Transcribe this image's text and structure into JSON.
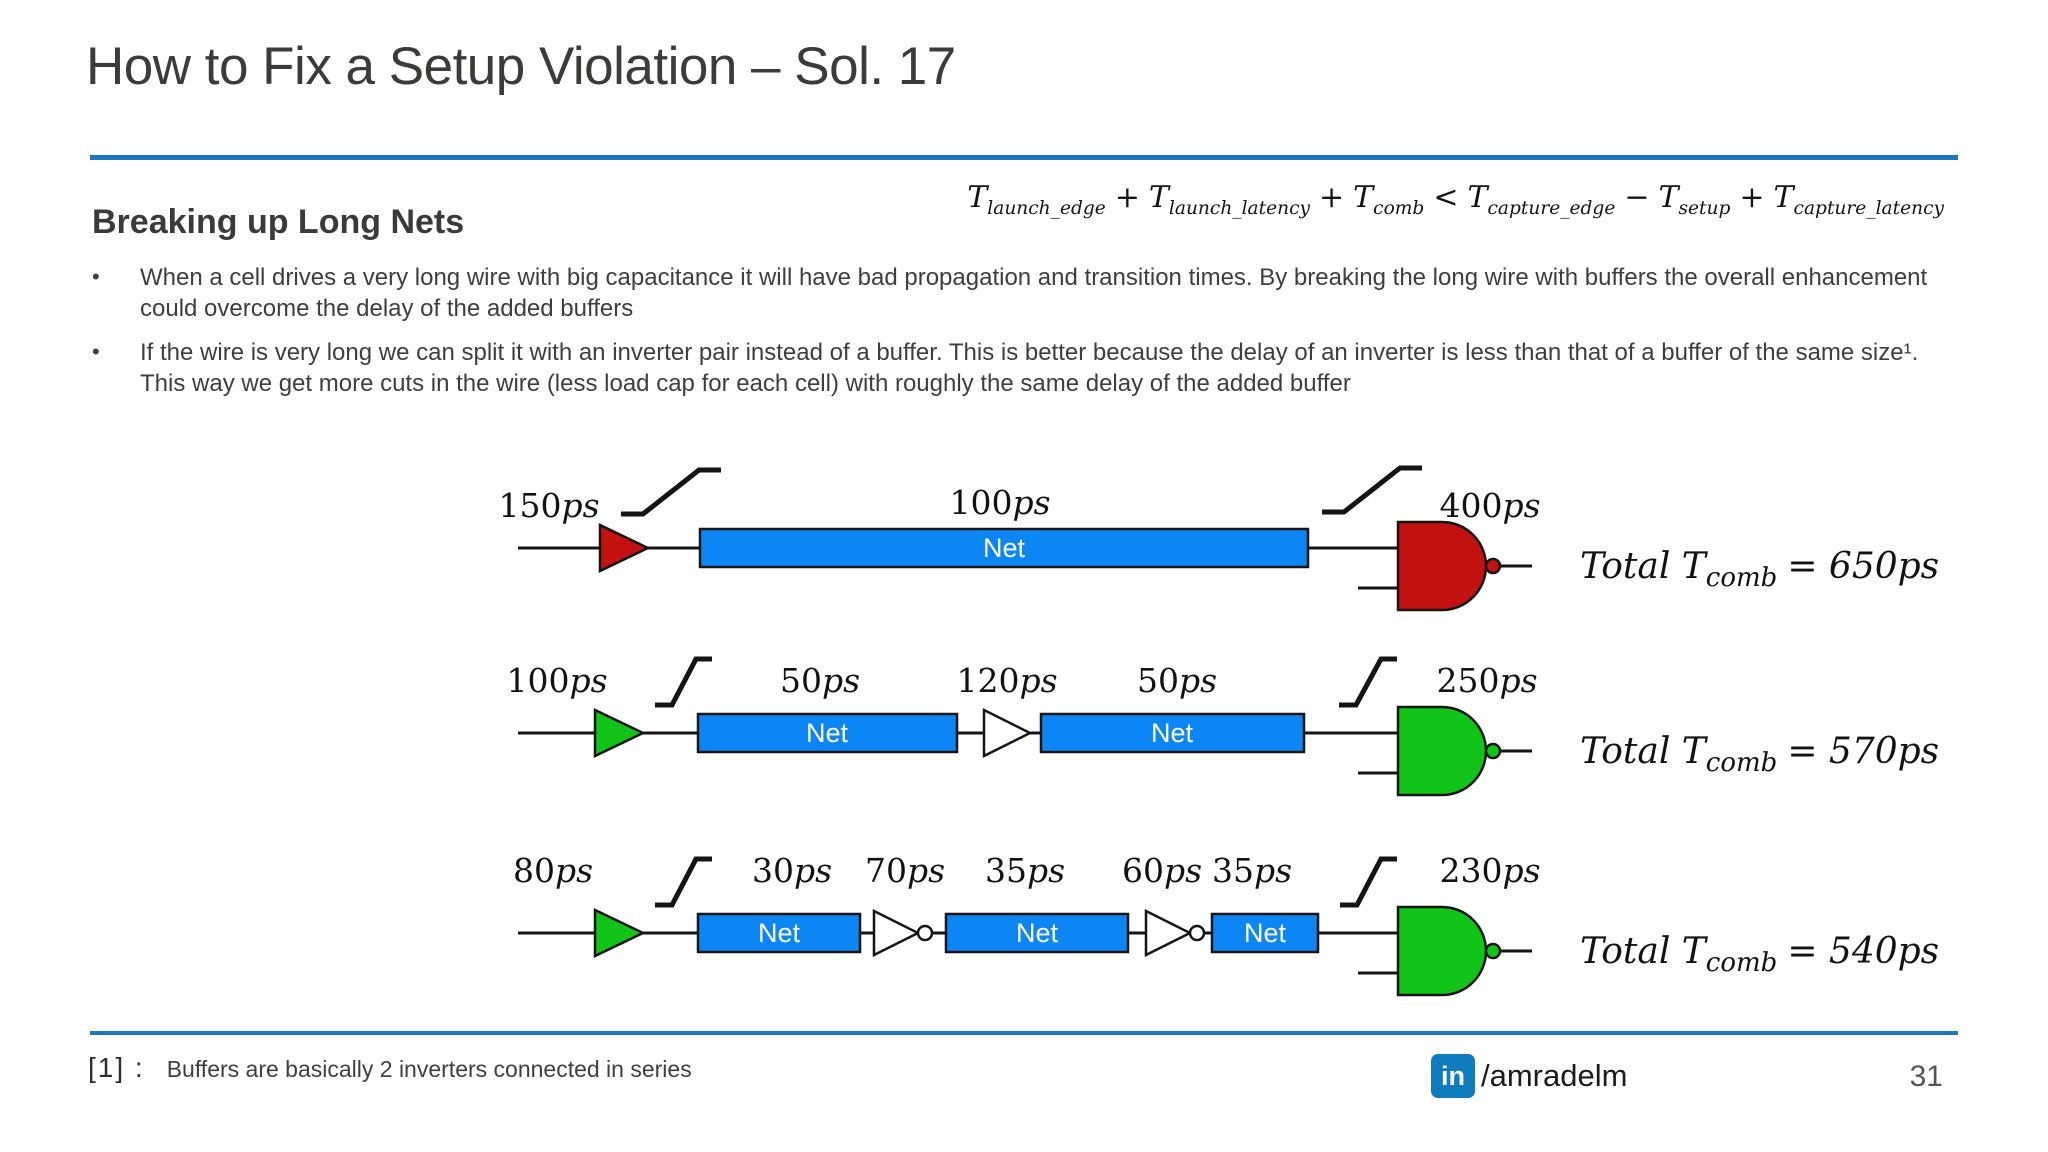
{
  "palette": {
    "rule_blue": "#1a78be",
    "net_blue": "#0d86f5",
    "gate_red": "#c31110",
    "gate_green": "#10c517",
    "inverter_white": "#ffffff",
    "linkedin_blue": "#0f7cbd"
  },
  "header": {
    "title": "How to Fix a Setup Violation – Sol. 17"
  },
  "formula": {
    "terms": [
      {
        "base": "T",
        "sub": "launch_edge"
      },
      {
        "base": "T",
        "sub": "launch_latency"
      },
      {
        "base": "T",
        "sub": "comb"
      },
      {
        "base": "T",
        "sub": "capture_edge"
      },
      {
        "base": "T",
        "sub": "setup"
      },
      {
        "base": "T",
        "sub": "capture_latency"
      }
    ],
    "ops": [
      "+",
      "+",
      "<",
      "−",
      "+"
    ]
  },
  "section": {
    "heading": "Breaking up Long Nets",
    "bullet_char": "•",
    "bullets": [
      "When a cell drives a very long wire with big capacitance it will have bad propagation and transition times. By breaking the long wire with buffers the overall enhancement could overcome the delay of the added buffers",
      "If the wire is very long we can split it with an inverter pair instead of a buffer. This is better because the delay of an inverter is less than that of a buffer of the same size¹. This way we get more cuts in the wire (less load cap for each cell) with roughly the same delay of the added buffer"
    ]
  },
  "diagram": {
    "net_label": "Net",
    "rows": [
      {
        "timings": [
          {
            "num": "150",
            "unit": "ps"
          },
          {
            "num": "100",
            "unit": "ps"
          },
          {
            "num": "400",
            "unit": "ps"
          }
        ],
        "total": {
          "pre": "Total T",
          "sub": "comb",
          "post": "= 650ps"
        }
      },
      {
        "timings": [
          {
            "num": "100",
            "unit": "ps"
          },
          {
            "num": "50",
            "unit": "ps"
          },
          {
            "num": "120",
            "unit": "ps"
          },
          {
            "num": "50",
            "unit": "ps"
          },
          {
            "num": "250",
            "unit": "ps"
          }
        ],
        "total": {
          "pre": "Total T",
          "sub": "comb",
          "post": "= 570ps"
        }
      },
      {
        "timings": [
          {
            "num": "80",
            "unit": "ps"
          },
          {
            "num": "30",
            "unit": "ps"
          },
          {
            "num": "70",
            "unit": "ps"
          },
          {
            "num": "35",
            "unit": "ps"
          },
          {
            "num": "60",
            "unit": "ps"
          },
          {
            "num": "35",
            "unit": "ps"
          },
          {
            "num": "230",
            "unit": "ps"
          }
        ],
        "total": {
          "pre": "Total T",
          "sub": "comb",
          "post": "= 540ps"
        }
      }
    ]
  },
  "footer": {
    "footnote_marker": "[1] :",
    "footnote_text": "Buffers are basically 2 inverters connected in series",
    "linkedin_icon_text": "in",
    "linkedin_handle": "/amradelm",
    "page_number": "31"
  }
}
